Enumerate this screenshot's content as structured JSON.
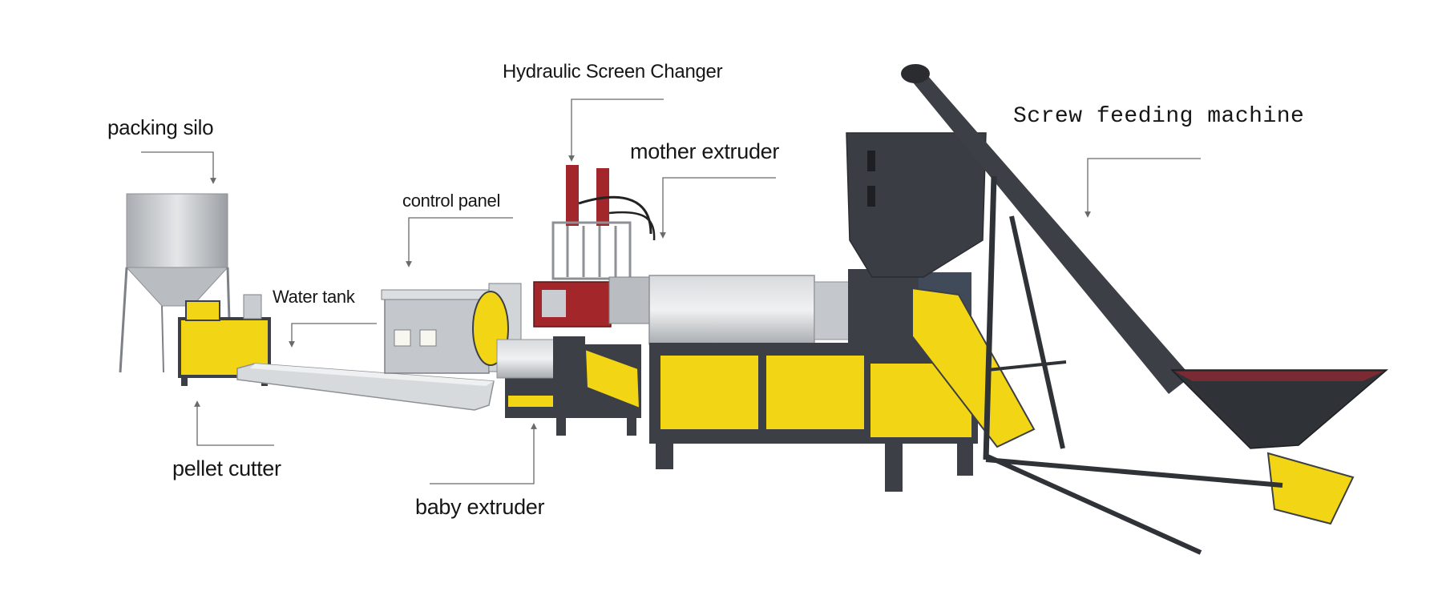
{
  "labels": {
    "packing_silo": "packing silo",
    "hydraulic_screen_changer": "Hydraulic Screen Changer",
    "mother_extruder": "mother extruder",
    "control_panel": "control panel",
    "water_tank": "Water tank",
    "screw_feeding_machine": "Screw feeding machine",
    "pellet_cutter": "pellet cutter",
    "baby_extruder": "baby extruder"
  },
  "colors": {
    "machine_yellow": "#f2d615",
    "machine_dark": "#3c3f45",
    "steel": "#c9ccd0",
    "red_accent": "#a3262a",
    "leader_line": "#6a6a6a"
  }
}
